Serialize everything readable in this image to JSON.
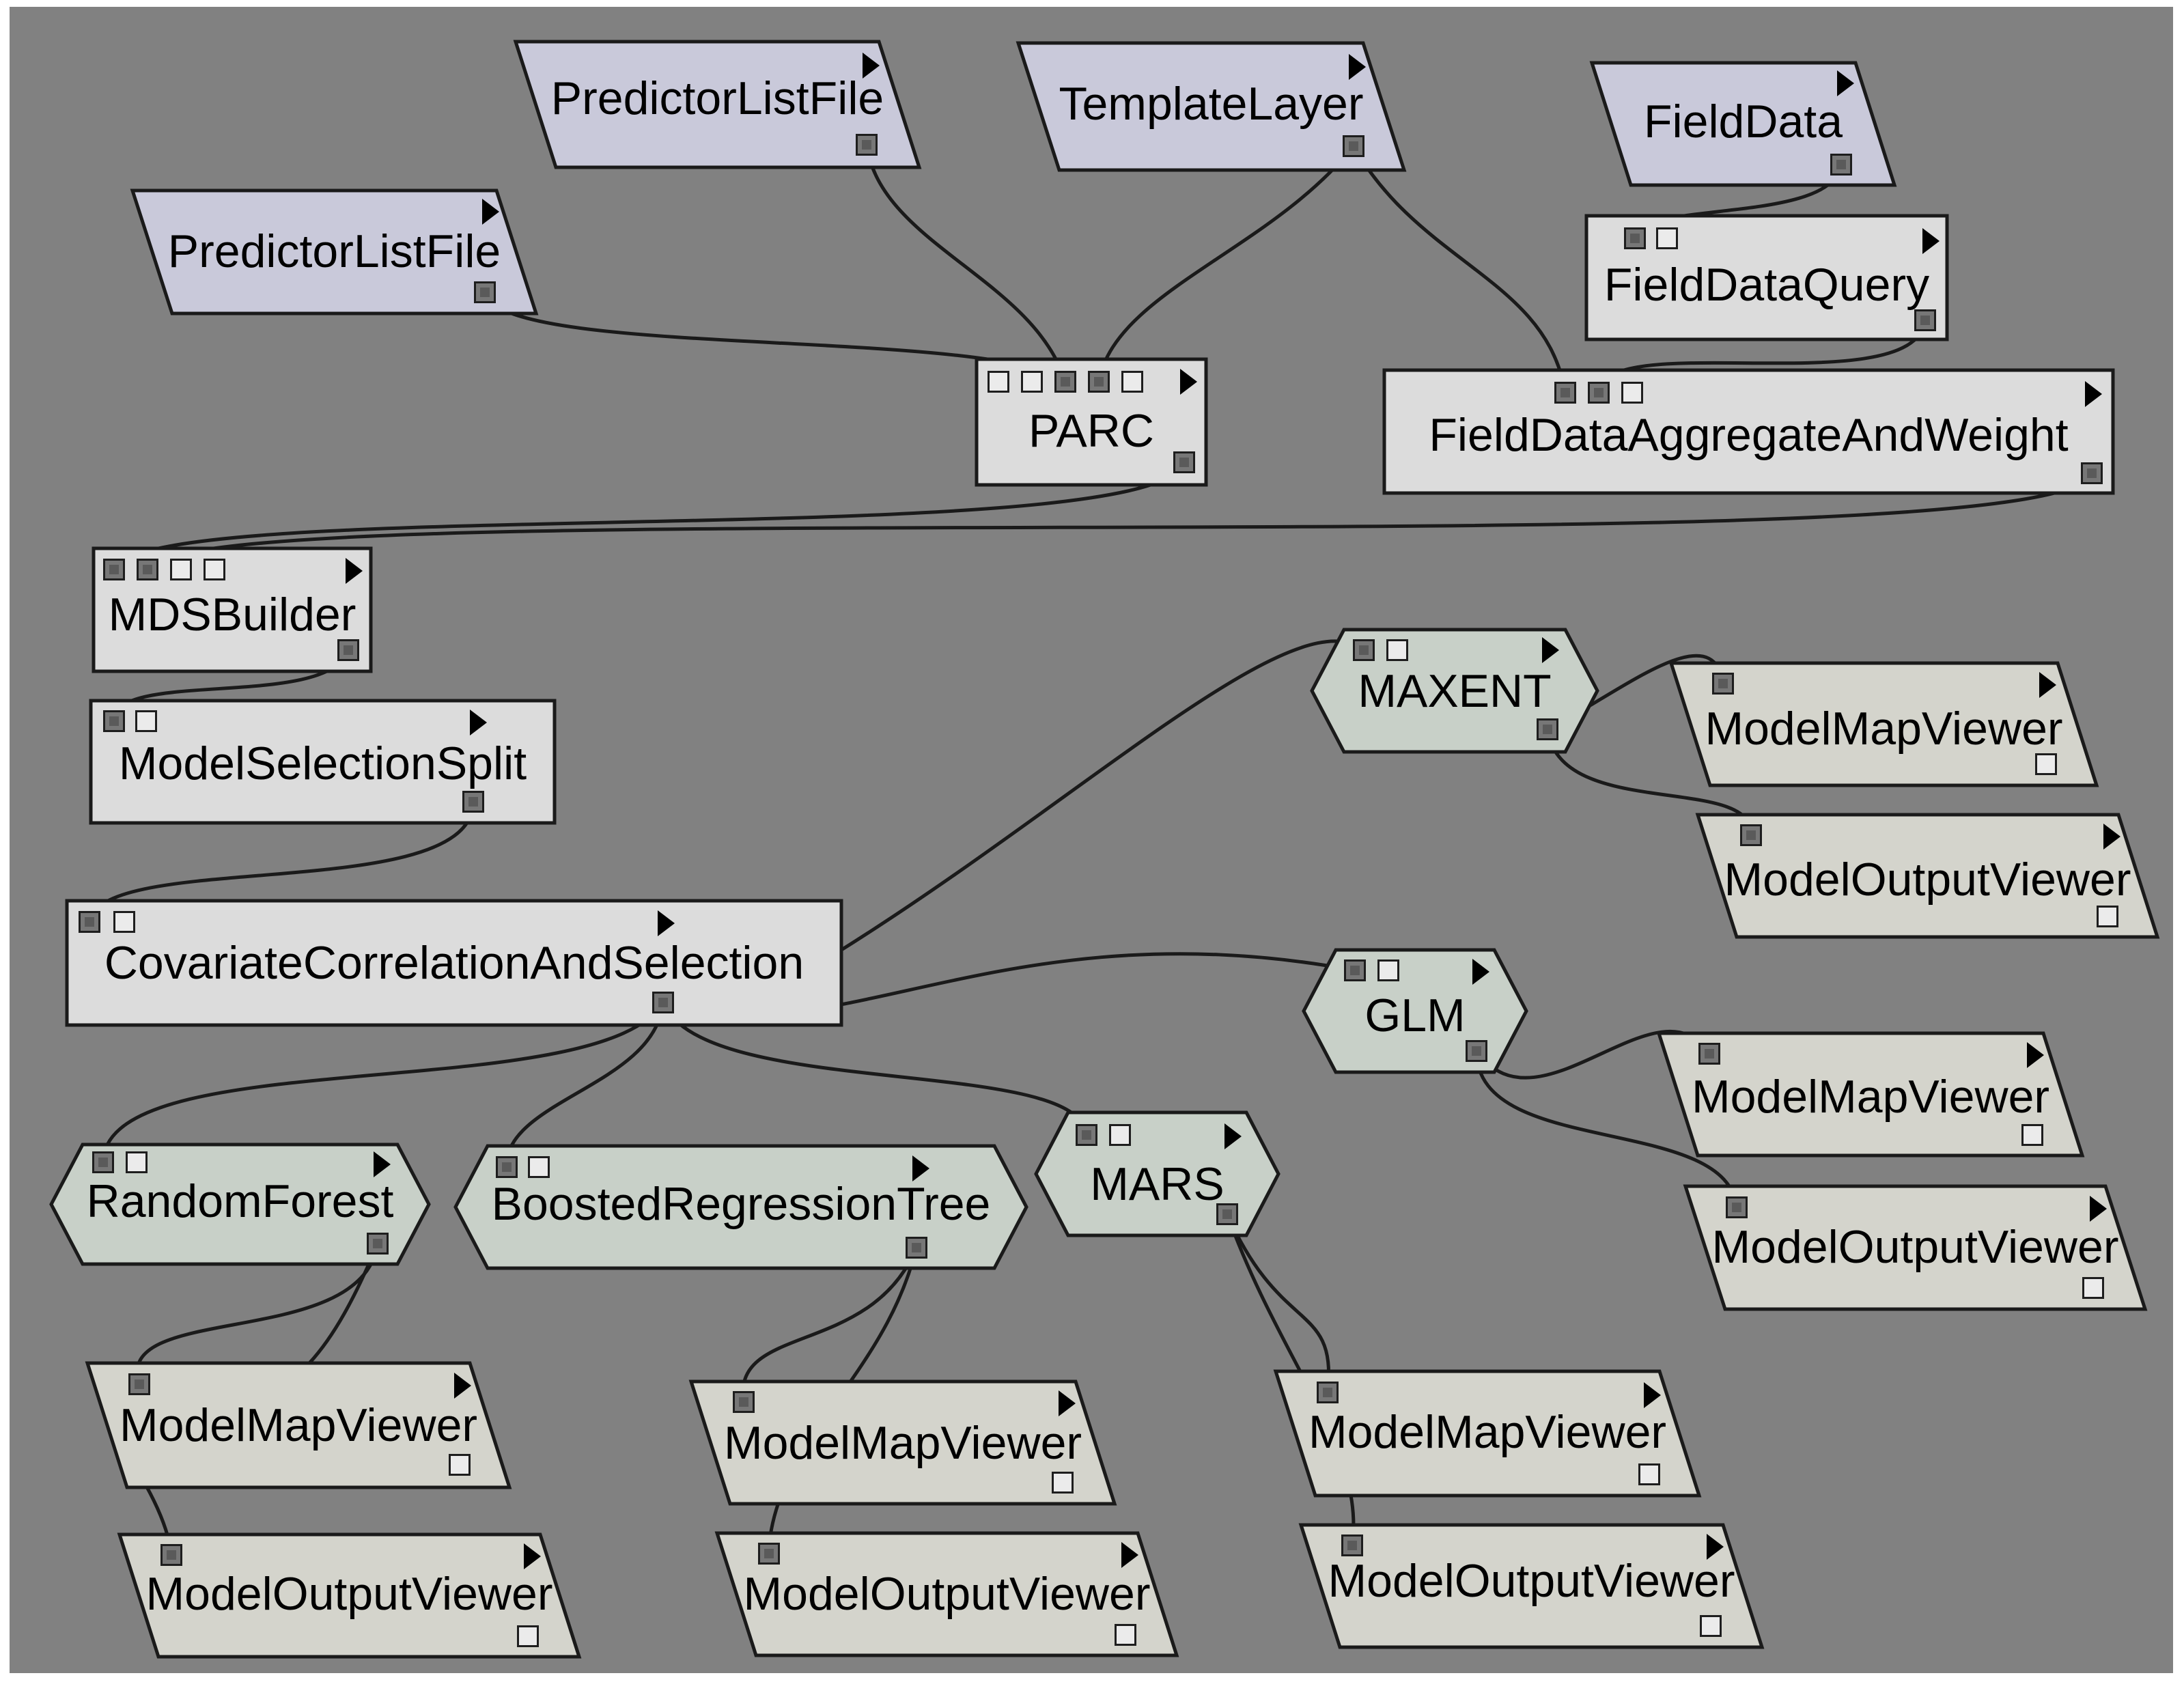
{
  "colors": {
    "canvas_background": "#818181",
    "input_module": "#c9c9da",
    "process_module": "#dcdcdc",
    "model_module": "#c8d0c8",
    "output_module": "#d4d4cc",
    "wire": "#1a1a1a"
  },
  "modules": [
    {
      "id": "predictor-list-file-a",
      "label": "PredictorListFile",
      "kind": "input"
    },
    {
      "id": "predictor-list-file-b",
      "label": "PredictorListFile",
      "kind": "input"
    },
    {
      "id": "template-layer",
      "label": "TemplateLayer",
      "kind": "input"
    },
    {
      "id": "field-data",
      "label": "FieldData",
      "kind": "input"
    },
    {
      "id": "field-data-query",
      "label": "FieldDataQuery",
      "kind": "process"
    },
    {
      "id": "parc",
      "label": "PARC",
      "kind": "process"
    },
    {
      "id": "field-data-aggregate-and-weight",
      "label": "FieldDataAggregateAndWeight",
      "kind": "process"
    },
    {
      "id": "mds-builder",
      "label": "MDSBuilder",
      "kind": "process"
    },
    {
      "id": "model-selection-split",
      "label": "ModelSelectionSplit",
      "kind": "process"
    },
    {
      "id": "covariate-correlation-and-selection",
      "label": "CovariateCorrelationAndSelection",
      "kind": "process"
    },
    {
      "id": "maxent",
      "label": "MAXENT",
      "kind": "model"
    },
    {
      "id": "glm",
      "label": "GLM",
      "kind": "model"
    },
    {
      "id": "random-forest",
      "label": "RandomForest",
      "kind": "model"
    },
    {
      "id": "boosted-regression-tree",
      "label": "BoostedRegressionTree",
      "kind": "model"
    },
    {
      "id": "mars",
      "label": "MARS",
      "kind": "model"
    },
    {
      "id": "maxent-map-viewer",
      "label": "ModelMapViewer",
      "kind": "output"
    },
    {
      "id": "maxent-output-viewer",
      "label": "ModelOutputViewer",
      "kind": "output"
    },
    {
      "id": "glm-map-viewer",
      "label": "ModelMapViewer",
      "kind": "output"
    },
    {
      "id": "glm-output-viewer",
      "label": "ModelOutputViewer",
      "kind": "output"
    },
    {
      "id": "rf-map-viewer",
      "label": "ModelMapViewer",
      "kind": "output"
    },
    {
      "id": "rf-output-viewer",
      "label": "ModelOutputViewer",
      "kind": "output"
    },
    {
      "id": "brt-map-viewer",
      "label": "ModelMapViewer",
      "kind": "output"
    },
    {
      "id": "brt-output-viewer",
      "label": "ModelOutputViewer",
      "kind": "output"
    },
    {
      "id": "mars-map-viewer",
      "label": "ModelMapViewer",
      "kind": "output"
    },
    {
      "id": "mars-output-viewer",
      "label": "ModelOutputViewer",
      "kind": "output"
    }
  ],
  "connections": [
    {
      "from": "predictor-list-file-a",
      "to": "parc"
    },
    {
      "from": "predictor-list-file-b",
      "to": "parc"
    },
    {
      "from": "template-layer",
      "to": "parc"
    },
    {
      "from": "template-layer",
      "to": "field-data-aggregate-and-weight"
    },
    {
      "from": "field-data",
      "to": "field-data-query"
    },
    {
      "from": "field-data-query",
      "to": "field-data-aggregate-and-weight"
    },
    {
      "from": "parc",
      "to": "mds-builder"
    },
    {
      "from": "field-data-aggregate-and-weight",
      "to": "mds-builder"
    },
    {
      "from": "mds-builder",
      "to": "model-selection-split"
    },
    {
      "from": "model-selection-split",
      "to": "covariate-correlation-and-selection"
    },
    {
      "from": "covariate-correlation-and-selection",
      "to": "maxent"
    },
    {
      "from": "covariate-correlation-and-selection",
      "to": "glm"
    },
    {
      "from": "covariate-correlation-and-selection",
      "to": "random-forest"
    },
    {
      "from": "covariate-correlation-and-selection",
      "to": "boosted-regression-tree"
    },
    {
      "from": "covariate-correlation-and-selection",
      "to": "mars"
    },
    {
      "from": "maxent",
      "to": "maxent-map-viewer"
    },
    {
      "from": "maxent",
      "to": "maxent-output-viewer"
    },
    {
      "from": "glm",
      "to": "glm-map-viewer"
    },
    {
      "from": "glm",
      "to": "glm-output-viewer"
    },
    {
      "from": "random-forest",
      "to": "rf-map-viewer"
    },
    {
      "from": "random-forest",
      "to": "rf-output-viewer"
    },
    {
      "from": "boosted-regression-tree",
      "to": "brt-map-viewer"
    },
    {
      "from": "boosted-regression-tree",
      "to": "brt-output-viewer"
    },
    {
      "from": "mars",
      "to": "mars-map-viewer"
    },
    {
      "from": "mars",
      "to": "mars-output-viewer"
    }
  ]
}
